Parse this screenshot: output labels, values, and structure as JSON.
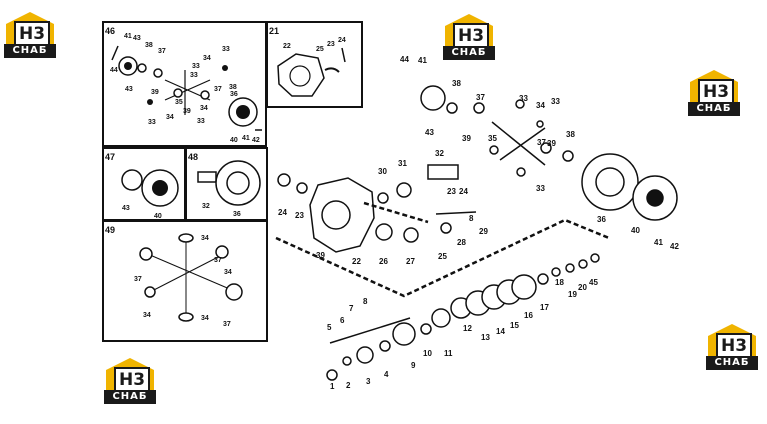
{
  "logo": {
    "mark": "H3",
    "caption": "СНАБ"
  },
  "insets": {
    "i46": {
      "label": "46",
      "parts": [
        "41",
        "43",
        "38",
        "37",
        "44",
        "33",
        "34",
        "33",
        "43",
        "35",
        "39",
        "37",
        "33",
        "36",
        "33",
        "34",
        "39",
        "34",
        "33",
        "38",
        "40",
        "41",
        "42"
      ]
    },
    "i21": {
      "label": "21",
      "parts": [
        "22",
        "25",
        "23",
        "24"
      ]
    },
    "i47": {
      "label": "47",
      "parts": [
        "43",
        "40"
      ]
    },
    "i48": {
      "label": "48",
      "parts": [
        "32",
        "36"
      ]
    },
    "i49": {
      "label": "49",
      "parts": [
        "34",
        "37",
        "34",
        "37",
        "34",
        "34",
        "37"
      ]
    }
  },
  "callouts": [
    "44",
    "41",
    "38",
    "37",
    "33",
    "34",
    "33",
    "43",
    "39",
    "35",
    "38",
    "37",
    "39",
    "33",
    "31",
    "32",
    "30",
    "23",
    "24",
    "36",
    "40",
    "41",
    "42",
    "8",
    "29",
    "28",
    "25",
    "27",
    "26",
    "22",
    "39",
    "24",
    "23",
    "18",
    "19",
    "20",
    "45",
    "17",
    "16",
    "15",
    "14",
    "13",
    "12",
    "11",
    "10",
    "9",
    "8",
    "7",
    "6",
    "5",
    "1",
    "2",
    "3",
    "4"
  ],
  "colors": {
    "accent": "#f0b400",
    "ink": "#111111"
  }
}
